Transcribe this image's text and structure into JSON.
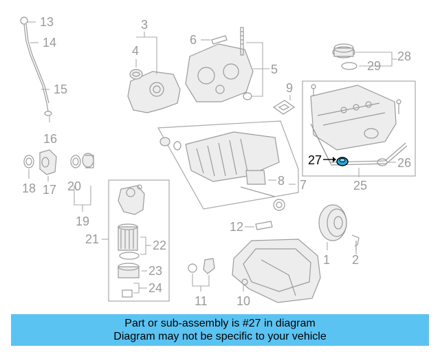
{
  "callouts": {
    "n1": "1",
    "n2": "2",
    "n3": "3",
    "n4": "4",
    "n5": "5",
    "n6": "6",
    "n7": "7",
    "n8": "8",
    "n9": "9",
    "n10": "10",
    "n11": "11",
    "n12": "12",
    "n13": "13",
    "n14": "14",
    "n15": "15",
    "n16": "16",
    "n17": "17",
    "n18": "18",
    "n19": "19",
    "n20": "20",
    "n21": "21",
    "n22": "22",
    "n23": "23",
    "n24": "24",
    "n25": "25",
    "n26": "26",
    "n27": "27",
    "n28": "28",
    "n29": "29"
  },
  "highlighted_part": "27",
  "colors": {
    "banner": "#5bc3f2",
    "line_art": "#9a9a9a",
    "highlight_part": "#2aa6d6"
  },
  "banner": {
    "line1": "Part or sub-assembly is #27 in diagram",
    "line2": "Diagram may not be specific to your vehicle"
  }
}
